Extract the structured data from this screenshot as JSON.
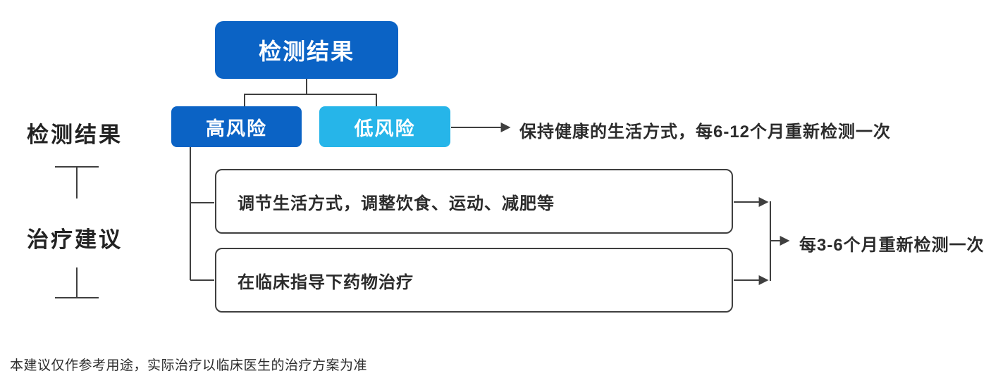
{
  "colors": {
    "primary_blue": "#0b63c5",
    "light_blue": "#26b5e9",
    "line": "#3f3f3f",
    "text": "#2b2b2b",
    "background": "#ffffff"
  },
  "row_labels": {
    "results": "检测结果",
    "treatment": "治疗建议"
  },
  "flowchart": {
    "root_label": "检测结果",
    "high_risk_label": "高风险",
    "low_risk_label": "低风险",
    "low_risk_recommendation": "保持健康的生活方式，每6-12个月重新检测一次",
    "treatments": [
      {
        "label": "调节生活方式，调整饮食、运动、减肥等"
      },
      {
        "label": "在临床指导下药物治疗"
      }
    ],
    "high_risk_recommendation": "每3-6个月重新检测一次"
  },
  "footer": {
    "disclaimer": "本建议仅作参考用途，实际治疗以临床医生的治疗方案为准"
  }
}
